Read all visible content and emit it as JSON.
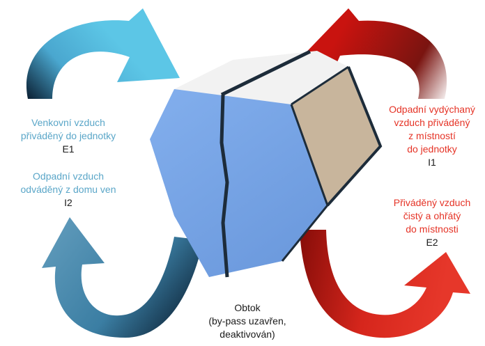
{
  "colors": {
    "outdoor_blue": "#5cc6e6",
    "exhaust_blue": "#4d8fb1",
    "extract_red": "#c9130f",
    "supply_red": "#e6372a",
    "dark_navy": "#0d2438",
    "unit_face": "#76a4e6",
    "unit_top": "#f2f2f2",
    "unit_side": "#c8b59c"
  },
  "labels": {
    "e1": {
      "lines": [
        "Venkovní vzduch",
        "přiváděný do jednotky"
      ],
      "code": "E1"
    },
    "i2": {
      "lines": [
        "Odpadní vzduch",
        "odváděný z domu ven"
      ],
      "code": "I2"
    },
    "i1": {
      "lines": [
        "Odpadní vydýchaný",
        "vzduch přiváděný",
        "z místností",
        "do jednotky"
      ],
      "code": "I1"
    },
    "e2": {
      "lines": [
        "Přiváděný vzduch",
        "čistý a ohřátý",
        "do místnosti"
      ],
      "code": "E2"
    },
    "bypass": {
      "lines": [
        "Obtok",
        "(by-pass uzavřen,",
        "deaktivován)"
      ]
    }
  }
}
